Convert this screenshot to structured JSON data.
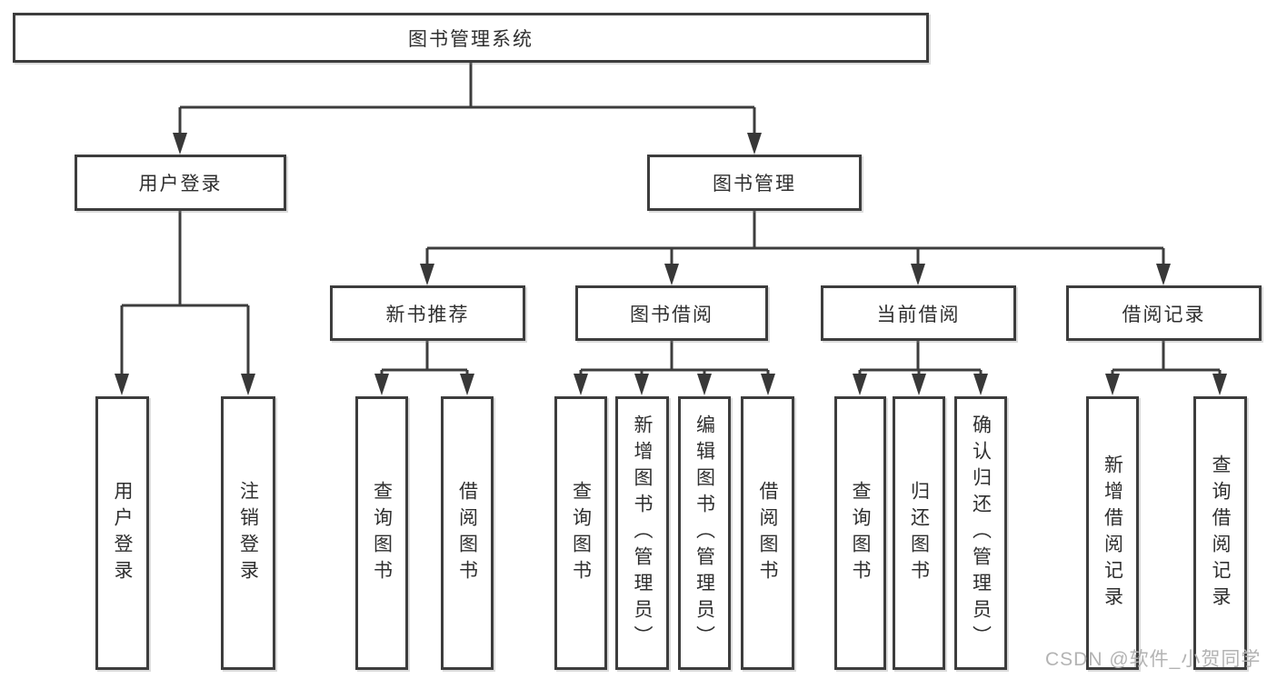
{
  "tree": {
    "label": "图书管理系统",
    "children": [
      {
        "label": "用户登录",
        "children": [
          {
            "label": "用户登录"
          },
          {
            "label": "注销登录"
          }
        ]
      },
      {
        "label": "图书管理",
        "children": [
          {
            "label": "新书推荐",
            "children": [
              {
                "label": "查询图书"
              },
              {
                "label": "借阅图书"
              }
            ]
          },
          {
            "label": "图书借阅",
            "children": [
              {
                "label": "查询图书"
              },
              {
                "label": "新增图书（管理员）"
              },
              {
                "label": "编辑图书（管理员）"
              },
              {
                "label": "借阅图书"
              }
            ]
          },
          {
            "label": "当前借阅",
            "children": [
              {
                "label": "查询图书"
              },
              {
                "label": "归还图书"
              },
              {
                "label": "确认归还（管理员）"
              }
            ]
          },
          {
            "label": "借阅记录",
            "children": [
              {
                "label": "新增借阅记录"
              },
              {
                "label": "查询借阅记录"
              }
            ]
          }
        ]
      }
    ]
  },
  "watermark": {
    "text": "CSDN @软件_小贺同学"
  },
  "colors": {
    "line": "#3d3d3d",
    "box_border": "#3d3d3d",
    "box_fill": "#ffffff",
    "text": "#2f2f2f",
    "watermark": "#b3b3b3",
    "background": "#ffffff"
  }
}
